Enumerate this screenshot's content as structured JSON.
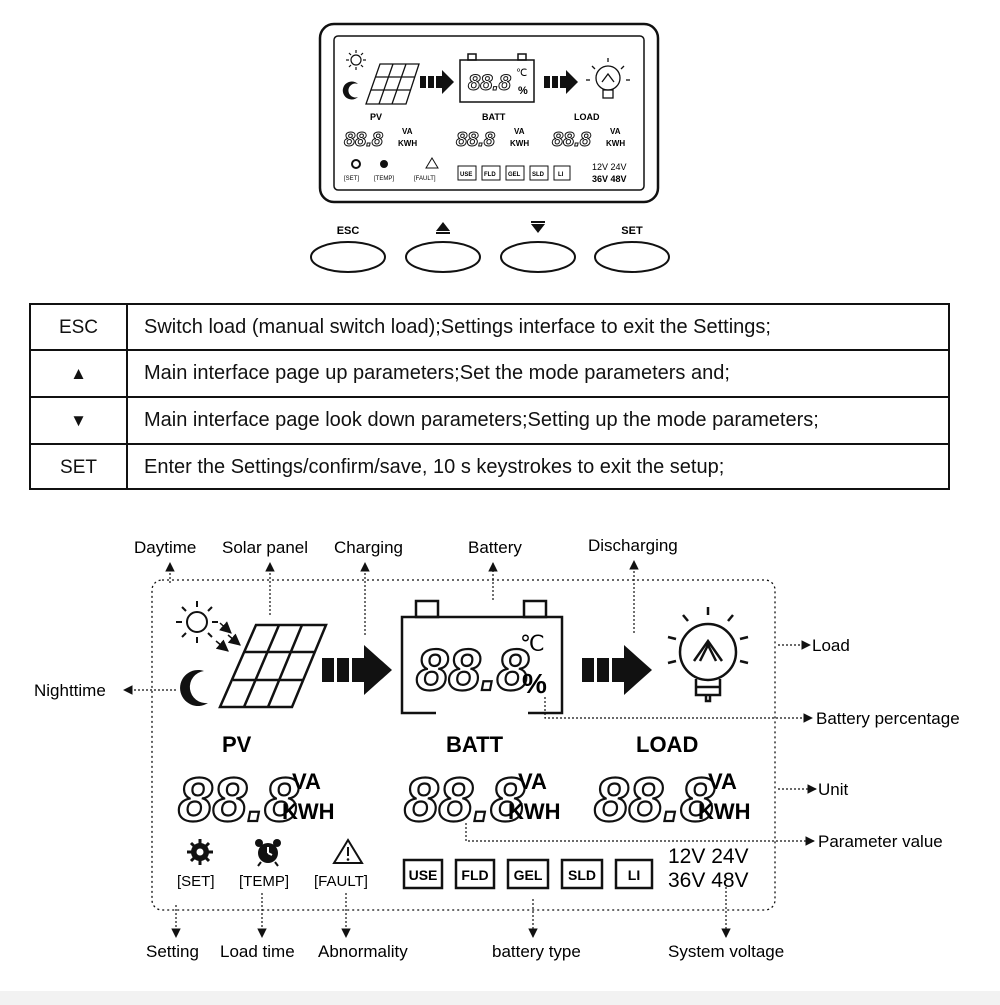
{
  "mini_display": {
    "pv_label": "PV",
    "batt_label": "BATT",
    "load_label": "LOAD",
    "seg_digits": "88.8",
    "unit_va": "VA",
    "unit_kwh": "KWH",
    "set_tag": "[SET]",
    "temp_tag": "[TEMP]",
    "fault_tag": "[FAULT]",
    "battery_types": [
      "USE",
      "FLD",
      "GEL",
      "SLD",
      "LI"
    ],
    "voltages": [
      "12V 24V",
      "36V 48V"
    ]
  },
  "buttons": [
    {
      "label": "ESC",
      "icon": "none"
    },
    {
      "label": "",
      "icon": "triangle-up-icon"
    },
    {
      "label": "",
      "icon": "triangle-down-icon"
    },
    {
      "label": "SET",
      "icon": "none"
    }
  ],
  "key_table": [
    {
      "key": "ESC",
      "icon": "none",
      "desc": "Switch load (manual switch load);Settings interface to exit the Settings;"
    },
    {
      "key": "▲",
      "icon": "triangle-up-icon",
      "desc": "Main interface page up parameters;Set the mode parameters and;"
    },
    {
      "key": "▼",
      "icon": "triangle-down-icon",
      "desc": "Main interface page look down parameters;Setting up the mode parameters;"
    },
    {
      "key": "SET",
      "icon": "none",
      "desc": "Enter the Settings/confirm/save, 10 s keystrokes to exit the setup;"
    }
  ],
  "diagram": {
    "callouts": {
      "daytime": "Daytime",
      "solar_panel": "Solar panel",
      "charging": "Charging",
      "battery": "Battery",
      "discharging": "Discharging",
      "nighttime": "Nighttime",
      "load": "Load",
      "battery_percentage": "Battery percentage",
      "unit": "Unit",
      "parameter_value": "Parameter value",
      "setting": "Setting",
      "load_time": "Load time",
      "abnormality": "Abnormality",
      "battery_type": "battery type",
      "system_voltage": "System voltage"
    },
    "pv_label": "PV",
    "batt_label": "BATT",
    "load_label": "LOAD",
    "seg_digits": "88.8",
    "unit_va": "VA",
    "unit_kwh": "KWH",
    "celsius": "℃",
    "percent": "%",
    "set_tag": "[SET]",
    "temp_tag": "[TEMP]",
    "fault_tag": "[FAULT]",
    "battery_types": [
      "USE",
      "FLD",
      "GEL",
      "SLD",
      "LI"
    ],
    "voltage_line1": "12V 24V",
    "voltage_line2": "36V 48V"
  }
}
